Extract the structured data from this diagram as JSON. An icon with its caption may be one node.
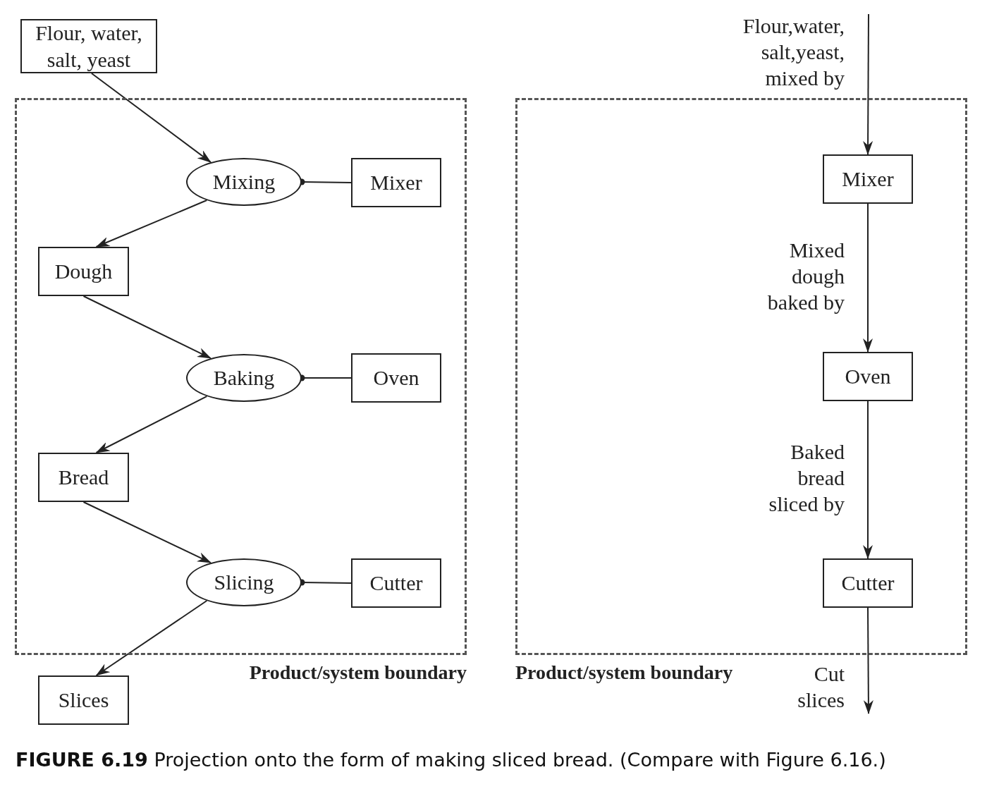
{
  "diagram": {
    "caption": "**FIGURE 6.19** Projection onto the form of making sliced bread. (Compare with Figure 6.16.)",
    "nodes": [
      {
        "text": [
          "Flour, water, salt, yeast"
        ]
      },
      {
        "text": [
          "Product/system boundary"
        ]
      },
      {
        "text": [
          "Mixing"
        ],
        "in": 1
      },
      {
        "text": [
          "Mixer"
        ],
        "in": 1
      },
      {
        "text": [
          "Dough"
        ],
        "in": 1
      },
      {
        "text": [
          "Baking"
        ],
        "in": 1
      },
      {
        "text": [
          "Oven"
        ],
        "in": 1
      },
      {
        "text": [
          "Bread"
        ],
        "in": 1
      },
      {
        "text": [
          "Slicing"
        ],
        "in": 1
      },
      {
        "text": [
          "Cutter"
        ],
        "in": 1
      },
      {
        "text": [
          "Slices"
        ]
      },
      {
        "text": [
          "Product/system boundary"
        ]
      },
      {
        "text": [
          "Mixer"
        ],
        "in": 11
      },
      {
        "text": [
          "Oven"
        ],
        "in": 11
      },
      {
        "text": [
          "Cutter"
        ],
        "in": 11
      }
    ],
    "edges": [
      {
        "from": 0,
        "to": 2,
        "arrow": "to"
      },
      {
        "from": 2,
        "to": 3,
        "arrow": "other"
      },
      {
        "from": 2,
        "to": 4,
        "arrow": "to"
      },
      {
        "from": 4,
        "to": 5,
        "arrow": "to"
      },
      {
        "from": 5,
        "to": 6,
        "arrow": "other"
      },
      {
        "from": 5,
        "to": 7,
        "arrow": "to"
      },
      {
        "from": 7,
        "to": 8,
        "arrow": "to"
      },
      {
        "from": 8,
        "to": 9,
        "arrow": "other"
      },
      {
        "from": 8,
        "to": 10,
        "arrow": "to"
      },
      {
        "from": null,
        "to": 12,
        "arrow": "to",
        "label": "Flour,water, salt,yeast, mixed by"
      },
      {
        "from": 12,
        "to": 13,
        "arrow": "to",
        "label": "Mixed dough baked by"
      },
      {
        "from": 13,
        "to": 14,
        "arrow": "to",
        "label": "Baked bread sliced by"
      },
      {
        "from": 14,
        "to": null,
        "arrow": "to",
        "label": "Cut slices"
      }
    ]
  }
}
